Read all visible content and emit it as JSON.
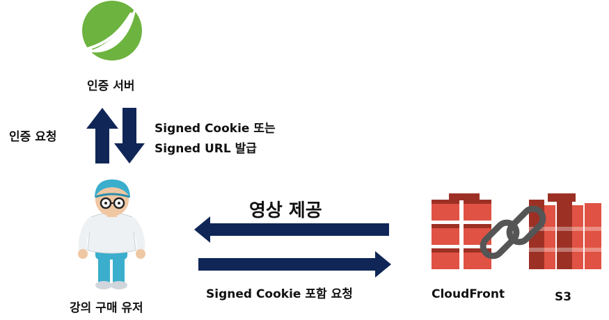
{
  "nodes": {
    "auth_server": {
      "label": "인증 서버",
      "icon": "spring-leaf-logo"
    },
    "user": {
      "label": "강의 구매 유저",
      "icon": "user-avatar-figure"
    },
    "cloudfront": {
      "label": "CloudFront",
      "icon": "aws-cloudfront-logo"
    },
    "s3": {
      "label": "S3",
      "icon": "aws-s3-logo"
    },
    "link_icon": {
      "icon": "chain-link-icon"
    }
  },
  "edges": {
    "auth_request": {
      "label": "인증 요청"
    },
    "issue": {
      "line1": "Signed Cookie 또는",
      "line2": "Signed URL 발급"
    },
    "provide_video": {
      "label": "영상 제공"
    },
    "request_with_cookie": {
      "label": "Signed Cookie 포함 요청"
    }
  },
  "colors": {
    "arrow": "#0f2657",
    "spring_green": "#6db33f",
    "aws_orange": "#e05243",
    "aws_dark": "#9d3025",
    "chain": "#555555"
  }
}
